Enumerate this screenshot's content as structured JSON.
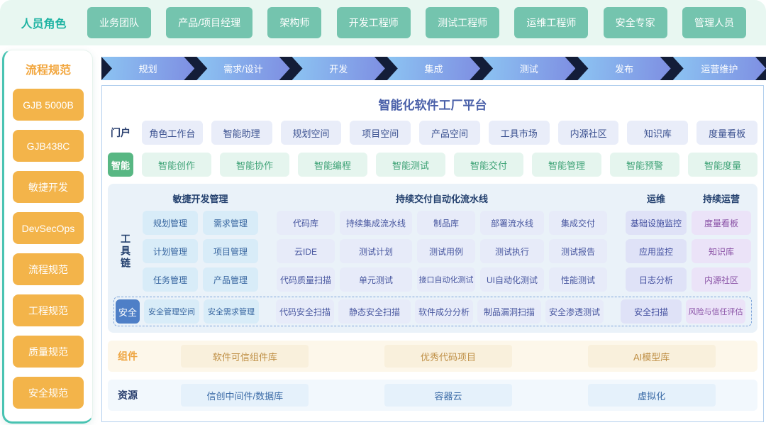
{
  "roles_bar": {
    "label": "人员角色",
    "items": [
      "业务团队",
      "产品/项目经理",
      "架构师",
      "开发工程师",
      "测试工程师",
      "运维工程师",
      "安全专家",
      "管理人员"
    ]
  },
  "process_sidebar": {
    "label": "流程规范",
    "items": [
      "GJB 5000B",
      "GJB438C",
      "敏捷开发",
      "DevSecOps",
      "流程规范",
      "工程规范",
      "质量规范",
      "安全规范"
    ]
  },
  "pipeline_arrows": [
    "规划",
    "需求/设计",
    "开发",
    "集成",
    "测试",
    "发布",
    "运营维护"
  ],
  "platform": {
    "title": "智能化软件工厂平台",
    "portal": {
      "label": "门户",
      "items": [
        "角色工作台",
        "智能助理",
        "规划空间",
        "项目空间",
        "产品空间",
        "工具市场",
        "内源社区",
        "知识库",
        "度量看板"
      ]
    },
    "ai": {
      "label": "智能",
      "items": [
        "智能创作",
        "智能协作",
        "智能编程",
        "智能测试",
        "智能交付",
        "智能管理",
        "智能预警",
        "智能度量"
      ]
    },
    "toolchain": {
      "label": "工具链",
      "headers": [
        "敏捷开发管理",
        "持续交付自动化流水线",
        "运维",
        "持续运营"
      ],
      "rows": [
        [
          "规划管理",
          "需求管理",
          "代码库",
          "持续集成流水线",
          "制品库",
          "部署流水线",
          "集成交付",
          "基础设施监控",
          "度量看板"
        ],
        [
          "计划管理",
          "项目管理",
          "云IDE",
          "测试计划",
          "测试用例",
          "测试执行",
          "测试报告",
          "应用监控",
          "知识库"
        ],
        [
          "任务管理",
          "产品管理",
          "代码质量扫描",
          "单元测试",
          "接口自动化测试",
          "UI自动化测试",
          "性能测试",
          "日志分析",
          "内源社区"
        ]
      ],
      "security": {
        "label": "安全",
        "cells": [
          "安全管理空间",
          "安全需求管理",
          "代码安全扫描",
          "静态安全扫描",
          "软件成分分析",
          "制品漏洞扫描",
          "安全渗透测试",
          "安全扫描",
          "风险与信任评估"
        ]
      }
    },
    "components": {
      "label": "组件",
      "items": [
        "软件可信组件库",
        "优秀代码项目",
        "AI模型库"
      ]
    },
    "resources": {
      "label": "资源",
      "items": [
        "信创中间件/数据库",
        "容器云",
        "虚拟化"
      ]
    }
  },
  "colors": {
    "brand_teal": "#1db3a2",
    "role_button": "#74c4ae",
    "spec_orange": "#f3b44a",
    "arrow_from": "#8cc4f2",
    "arrow_to": "#7e8ee2",
    "title_blue": "#4a60a9",
    "navy": "#23406e",
    "ai_green": "#58b783",
    "cyan_cell": "#d8ecf8",
    "lavender_cell": "#e7ebf9",
    "ops_cell": "#dfe2f7",
    "purple_cell": "#ebe3f8",
    "security_badge": "#4e7fc7",
    "component_accent": "#eea43f",
    "resource_accent": "#3b6ba7"
  }
}
